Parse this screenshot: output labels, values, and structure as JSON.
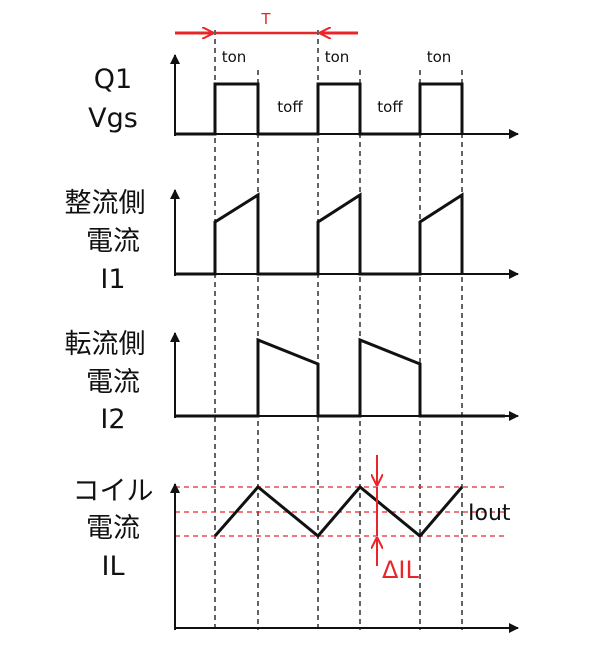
{
  "colors": {
    "ink": "#111111",
    "accent": "#e8262a"
  },
  "period": {
    "label": "T"
  },
  "q1": {
    "title_line1": "Q1",
    "title_line2": "Vgs",
    "on_label": "ton",
    "off_label": "toff"
  },
  "i1": {
    "title_line1": "整流側",
    "title_line2": "電流",
    "title_line3": "I1"
  },
  "i2": {
    "title_line1": "転流側",
    "title_line2": "電流",
    "title_line3": "I2"
  },
  "il": {
    "title_line1": "コイル",
    "title_line2": "電流",
    "title_line3": "IL",
    "avg_label": "Iout",
    "ripple_label": "ΔIL"
  }
}
